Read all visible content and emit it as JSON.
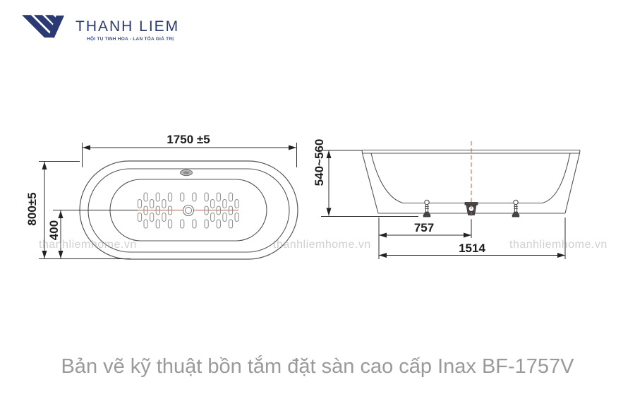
{
  "logo": {
    "name": "THANH LIEM",
    "tagline": "HỘI TỤ TINH HOA - LAN TỎA GIÁ TRỊ",
    "color": "#2b3a72"
  },
  "watermark": {
    "text": "thanhliemhome.vn",
    "color": "#aaaaaa"
  },
  "caption": "Bản vẽ kỹ thuật bồn tắm đặt sàn cao cấp Inax BF-1757V",
  "drawing": {
    "top_view": {
      "width_label": "1750 ±5",
      "height_label": "800±5",
      "half_height_label": "400"
    },
    "side_view": {
      "height_label": "540~560",
      "half_span_label": "757",
      "total_span_label": "1514"
    },
    "colors": {
      "outline": "#555555",
      "centerline_red": "#b4604f",
      "caption_gray": "#9a9a9a"
    }
  }
}
